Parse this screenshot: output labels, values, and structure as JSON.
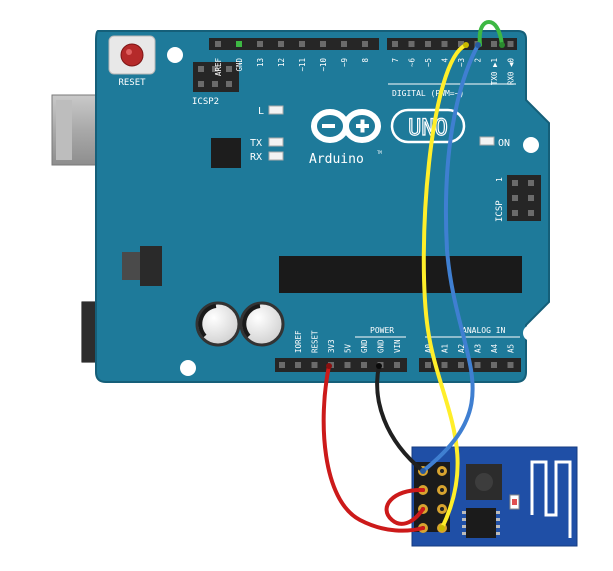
{
  "board": {
    "reset_label": "RESET",
    "icsp2_label": "ICSP2",
    "icsp_label": "ICSP",
    "led_l": "L",
    "led_tx": "TX",
    "led_rx": "RX",
    "led_on": "ON",
    "brand": "Arduino",
    "trademark": "TM",
    "model": "UNO",
    "digital_label": "DIGITAL (PWM=~)",
    "power_label": "POWER",
    "analog_label": "ANALOG IN",
    "digital_pins": [
      "AREF",
      "GND",
      "13",
      "12",
      "~11",
      "~10",
      "~9",
      "8",
      "7",
      "~6",
      "~5",
      "4",
      "~3",
      "2",
      "TX0 ▶1",
      "RX0 ◀0"
    ],
    "power_pins": [
      "IOREF",
      "RESET",
      "3V3",
      "5V",
      "GND",
      "GND",
      "VIN"
    ],
    "analog_pins": [
      "A0",
      "A1",
      "A2",
      "A3",
      "A4",
      "A5"
    ]
  },
  "colors": {
    "board": "#1e7a9a",
    "board_edge": "#155f79",
    "header": "#262626",
    "wire_red": "#cc1a1a",
    "wire_black": "#202020",
    "wire_yellow": "#ffee2a",
    "wire_blue": "#3f7fd1",
    "wire_green": "#3db843",
    "module": "#1f4fa6"
  }
}
